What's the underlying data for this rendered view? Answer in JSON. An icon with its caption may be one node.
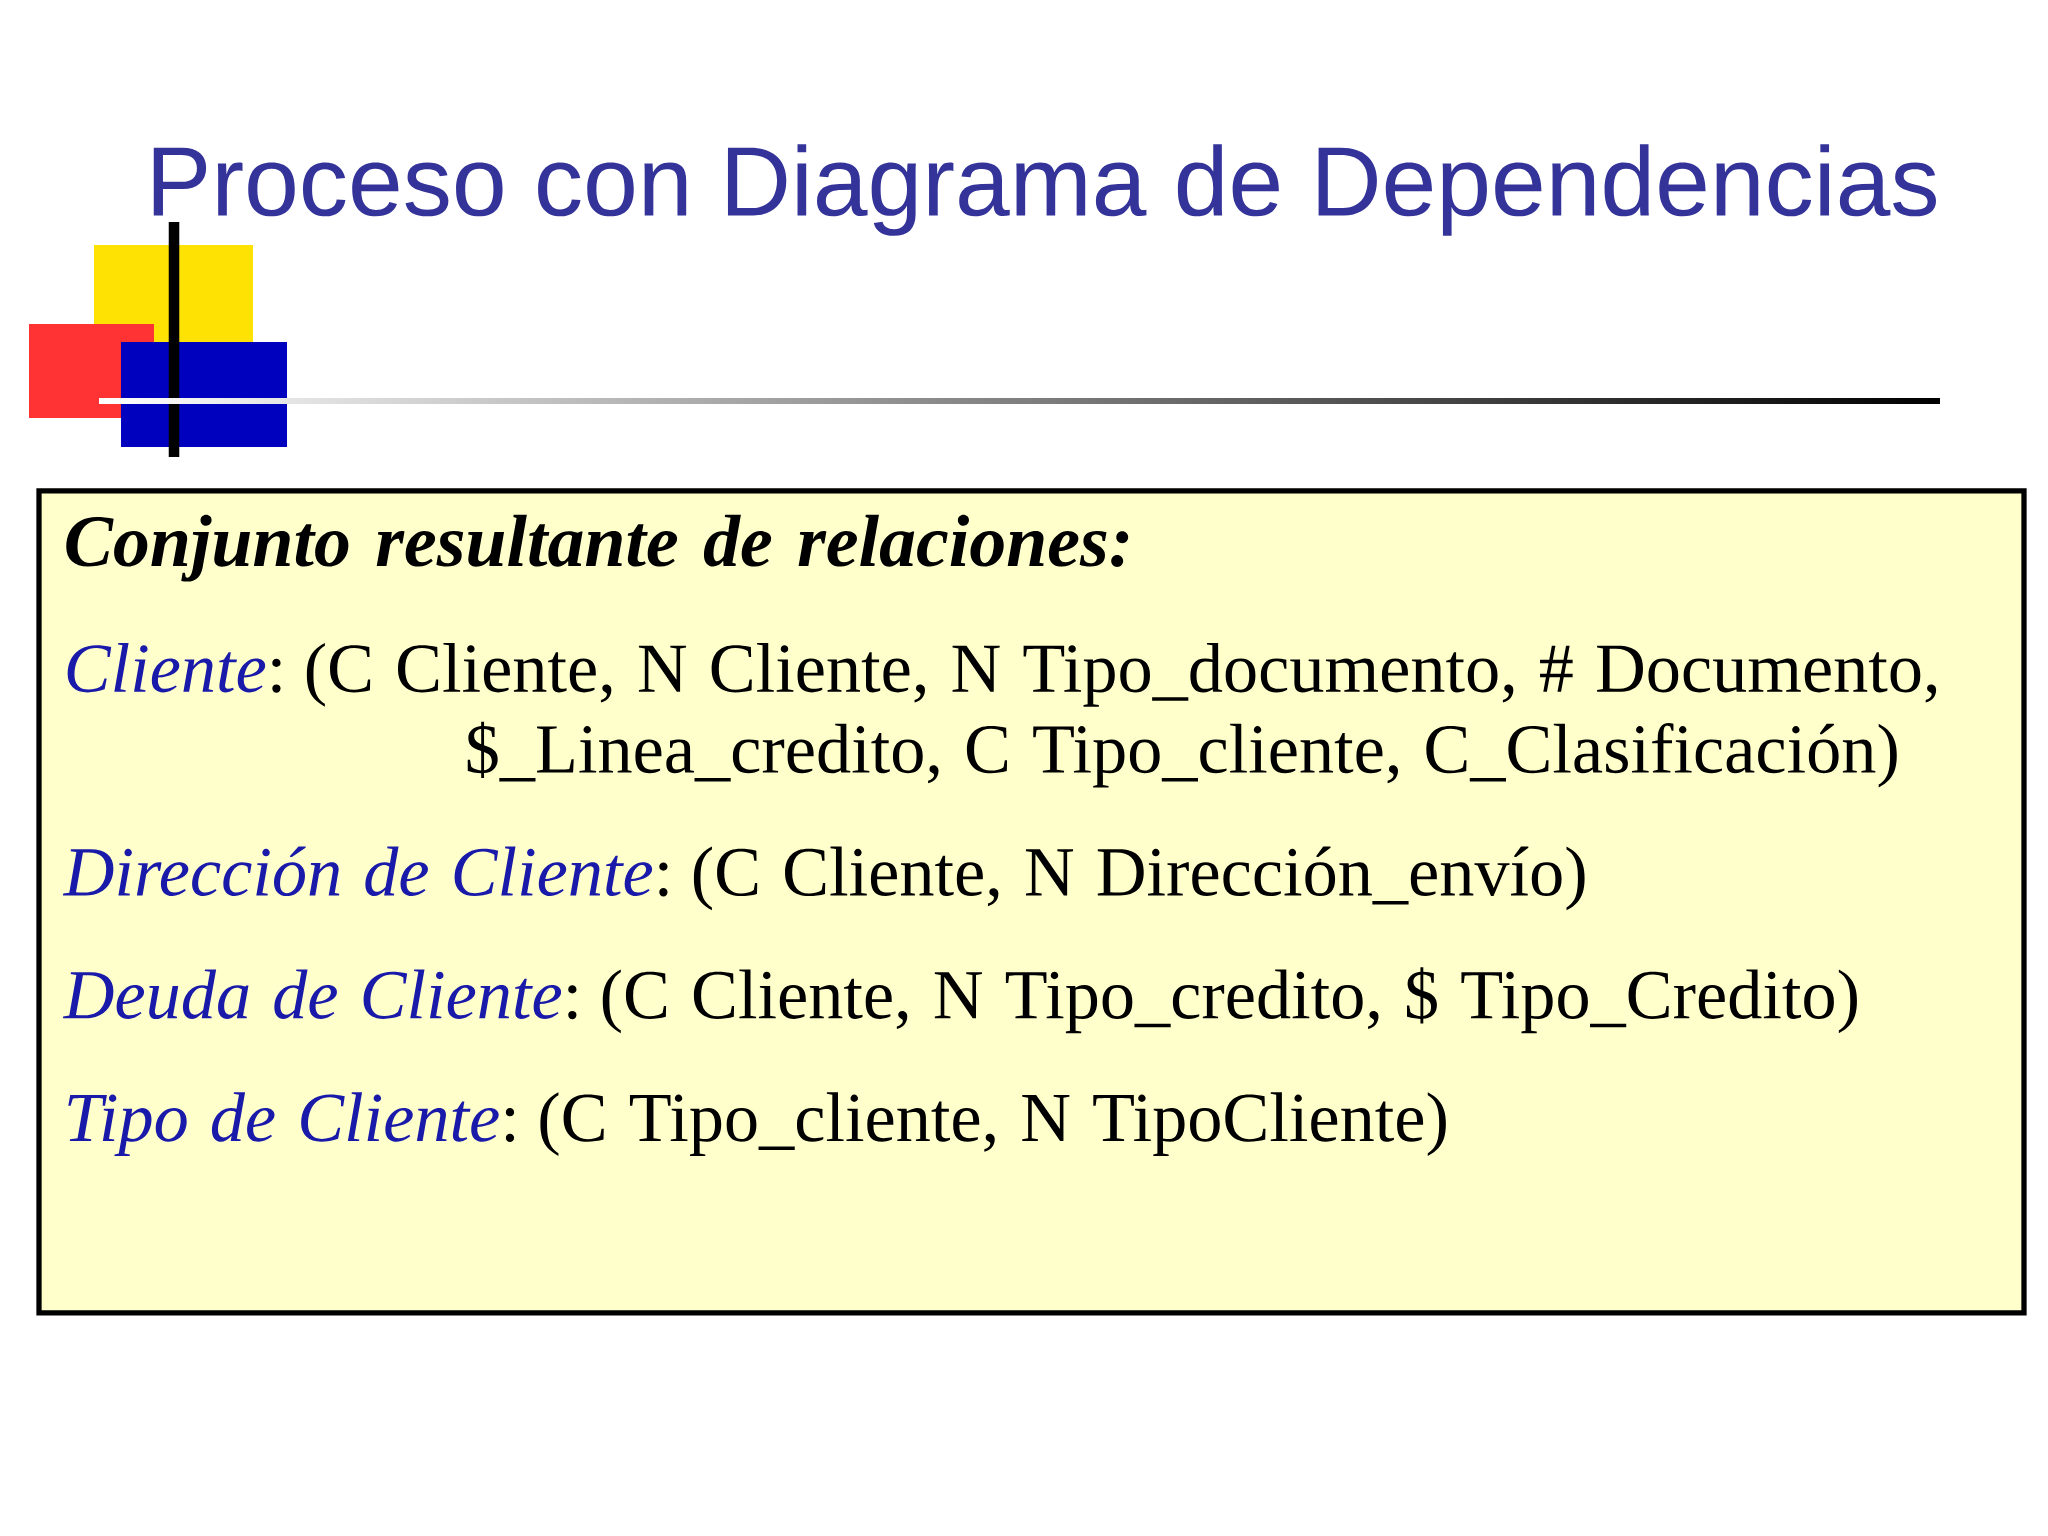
{
  "diagram": {
    "title": "Proceso con Diagrama de Dependencias",
    "nodes": [
      {
        "text": [
          "Conjunto resultante de relaciones:",
          "*Cliente*: (C Cliente, N Cliente, N Tipo_documento, # Documento, $_Linea_credito, C Tipo_cliente,  C_Clasificación)",
          "*Dirección de Cliente*: (C Cliente, N Dirección_envío)",
          "*Deuda de Cliente*: (C Cliente, N Tipo_credito, $ Tipo_Credito)",
          "*Tipo de Cliente*: (C Tipo_cliente, N TipoCliente)"
        ]
      }
    ]
  }
}
